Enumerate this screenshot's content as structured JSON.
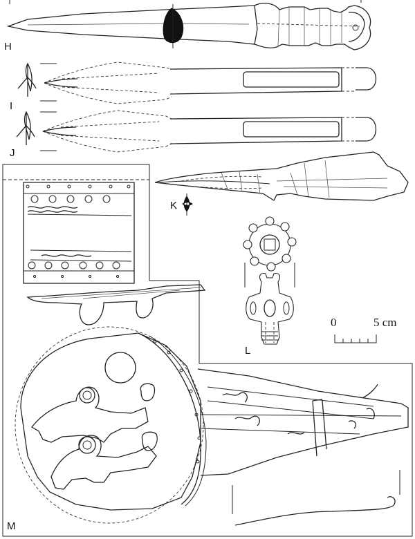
{
  "figure_labels": {
    "H": "H",
    "I": "I",
    "J": "J",
    "K": "K",
    "L": "L",
    "M": "M"
  },
  "scale_bar": {
    "start_label": "0",
    "end_label": "5 cm",
    "subdivisions": 5
  },
  "colors": {
    "ink": "#222222",
    "paper": "#ffffff",
    "solid": "#111111"
  }
}
